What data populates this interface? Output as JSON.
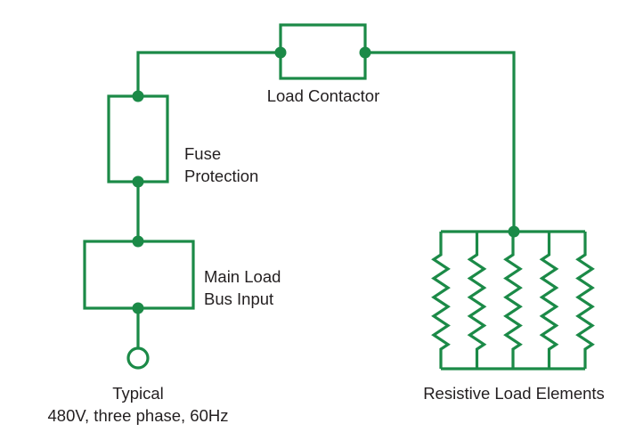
{
  "diagram": {
    "title": "Load bank circuit",
    "color": "#1b8a47",
    "components": {
      "load_contactor": {
        "label": "Load Contactor"
      },
      "fuse_protection": {
        "label_lines": [
          "Fuse",
          "Protection"
        ]
      },
      "main_load_bus_input": {
        "label_lines": [
          "Main Load",
          "Bus Input"
        ]
      },
      "power_input": {
        "label_lines": [
          "Typical",
          "480V, three phase, 60Hz"
        ]
      },
      "resistive_load_elements": {
        "label": "Resistive Load Elements",
        "count": 5
      }
    }
  }
}
